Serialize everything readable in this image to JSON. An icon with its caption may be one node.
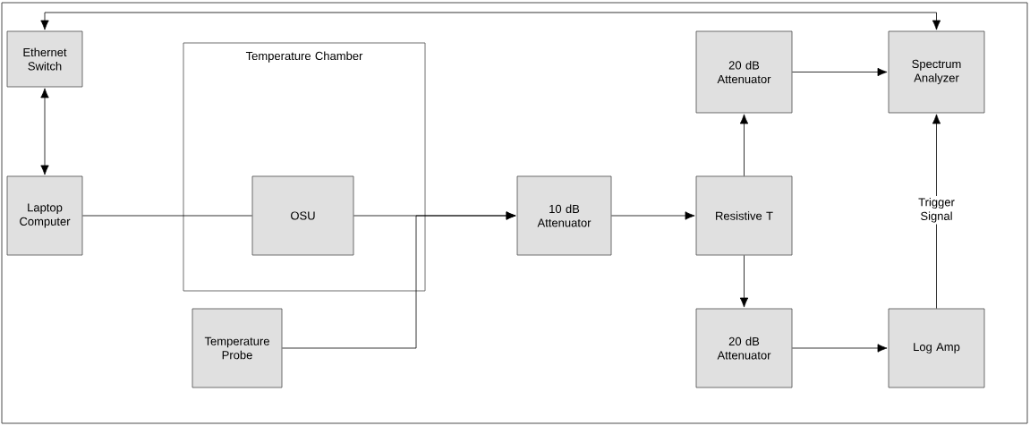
{
  "diagram": {
    "nodes": [
      {
        "text": [
          "Ethernet Switch"
        ]
      },
      {
        "text": [
          "Laptop Computer"
        ]
      },
      {
        "text": [
          "Temperature Chamber"
        ]
      },
      {
        "text": [
          "OSU"
        ],
        "in": 2
      },
      {
        "text": [
          "Temperature Probe"
        ]
      },
      {
        "text": [
          "10 dB Attenuator"
        ]
      },
      {
        "text": [
          "Resistive T"
        ]
      },
      {
        "text": [
          "20 dB Attenuator"
        ]
      },
      {
        "text": [
          "Spectrum Analyzer"
        ]
      },
      {
        "text": [
          "20 dB Attenuator"
        ]
      },
      {
        "text": [
          "Log Amp"
        ]
      }
    ],
    "edges": [
      {
        "from": 0,
        "to": 8,
        "arrow": "both"
      },
      {
        "from": 0,
        "to": 1,
        "arrow": "both"
      },
      {
        "from": 1,
        "to": 3,
        "arrow": "none"
      },
      {
        "from": 3,
        "to": 5,
        "arrow": "to"
      },
      {
        "from": 4,
        "to": 5,
        "arrow": "to"
      },
      {
        "from": 5,
        "to": 6,
        "arrow": "to"
      },
      {
        "from": 6,
        "to": 7,
        "arrow": "to"
      },
      {
        "from": 6,
        "to": 9,
        "arrow": "to"
      },
      {
        "from": 7,
        "to": 8,
        "arrow": "to"
      },
      {
        "from": 9,
        "to": 10,
        "arrow": "to"
      },
      {
        "from": 10,
        "to": 8,
        "arrow": "to",
        "label": "Trigger Signal"
      }
    ]
  }
}
